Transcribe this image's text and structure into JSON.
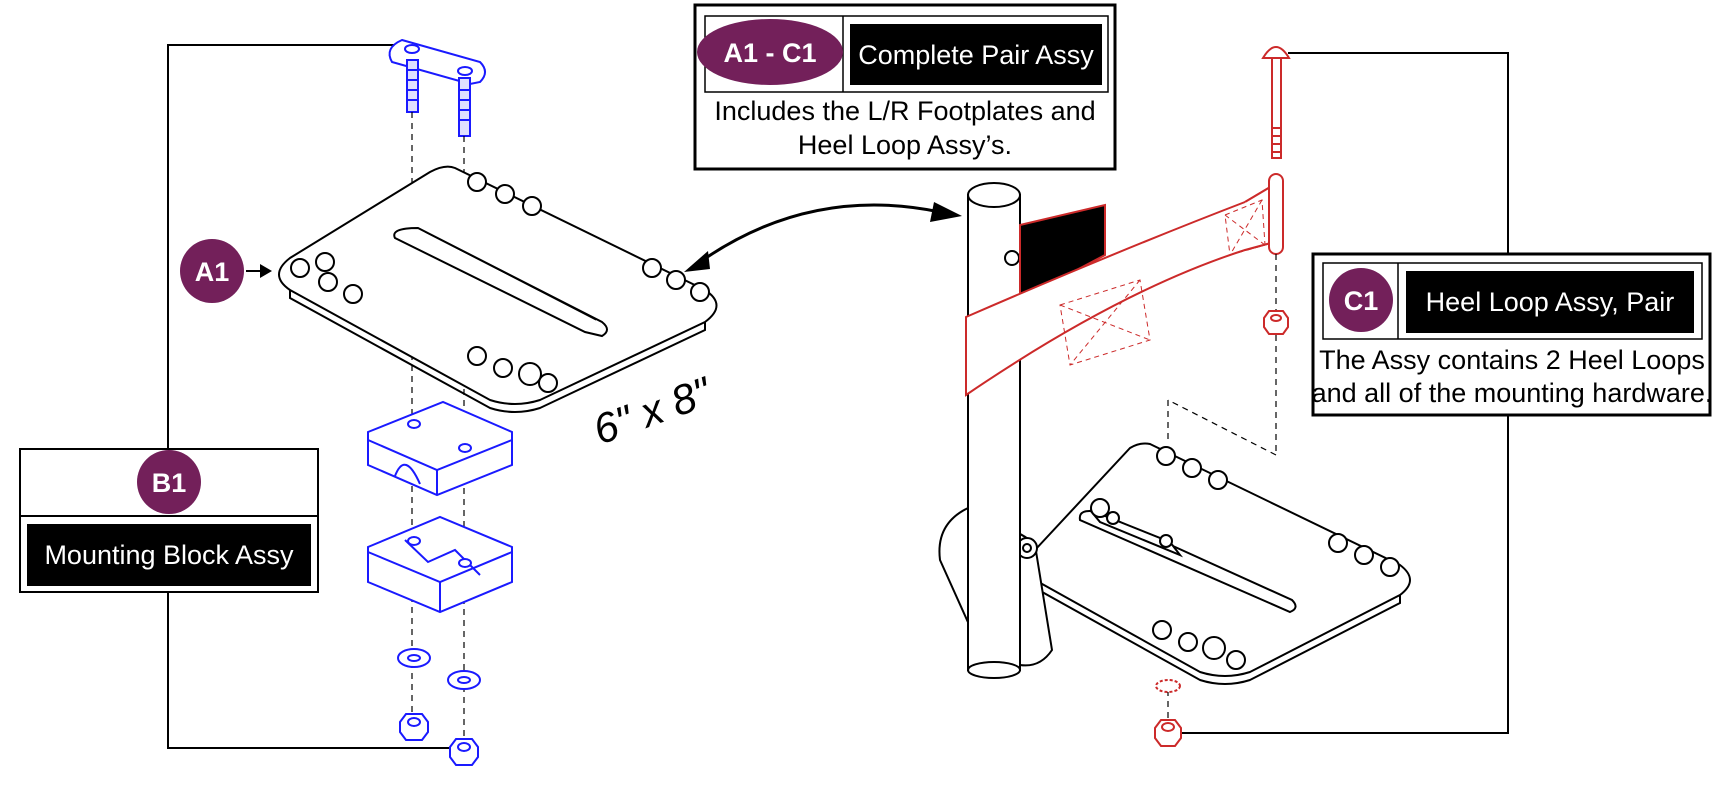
{
  "callouts": {
    "a1c1": {
      "badge": "A1 - C1",
      "title": "Complete Pair Assy",
      "line1": "Includes the L/R Footplates and",
      "line2": "Heel Loop Assy’s."
    },
    "c1": {
      "badge": "C1",
      "title": "Heel Loop Assy, Pair",
      "line1": "The Assy contains 2 Heel Loops",
      "line2": "and all of the mounting hardware."
    },
    "b1": {
      "badge": "B1",
      "title": "Mounting Block Assy"
    },
    "a1": {
      "badge": "A1"
    }
  },
  "dimension_label": "6\" x 8\"",
  "colors": {
    "badge": "#73205a",
    "hardware_blue": "#1a1aff",
    "heel_loop_red": "#cc2a2a",
    "label_bg": "#000000",
    "line": "#000000"
  }
}
